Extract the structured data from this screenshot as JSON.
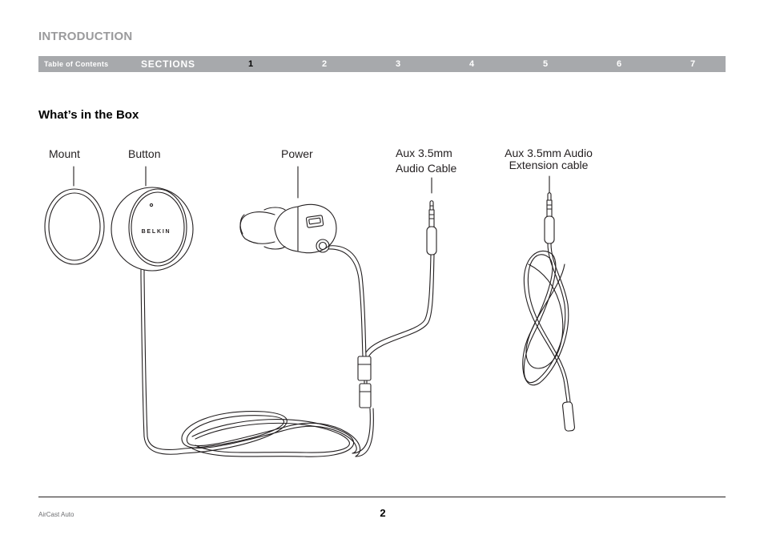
{
  "header": {
    "section": "INTRODUCTION"
  },
  "nav": {
    "toc_label": "Table of Contents",
    "sections_label": "SECTIONS",
    "numbers": [
      "1",
      "2",
      "3",
      "4",
      "5",
      "6",
      "7"
    ],
    "active": "1"
  },
  "content": {
    "heading": "What’s in the Box",
    "labels": {
      "mount": "Mount",
      "button": "Button",
      "power": "Power",
      "aux_line1": "Aux 3.5mm",
      "aux_line2": "Audio Cable",
      "ext_line1": "Aux 3.5mm Audio",
      "ext_line2": "Extension cable"
    },
    "brand_on_button": "BELKIN"
  },
  "footer": {
    "product": "AirCast Auto",
    "page": "2"
  }
}
